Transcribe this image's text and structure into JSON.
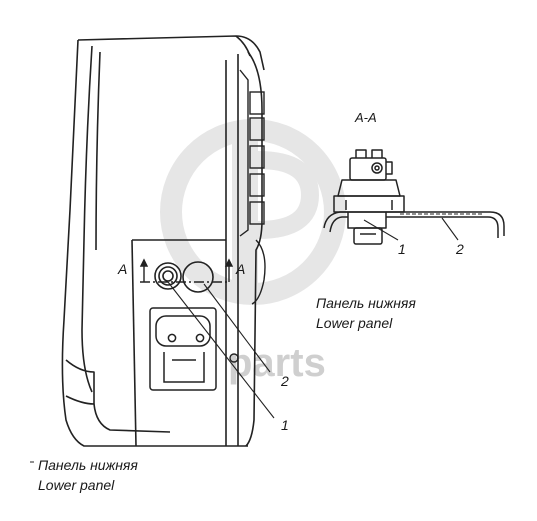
{
  "watermark": {
    "text": "parts"
  },
  "section_view": {
    "title": "A-A"
  },
  "section_marks": {
    "left": "A",
    "right": "A"
  },
  "callouts": {
    "main_part_1": "1",
    "main_part_2": "2",
    "section_part_1": "1",
    "section_part_2": "2"
  },
  "captions": {
    "section_ru": "Панель нижняя",
    "section_en": "Lower panel",
    "main_ru": "Панель нижняя",
    "main_en": "Lower panel"
  }
}
